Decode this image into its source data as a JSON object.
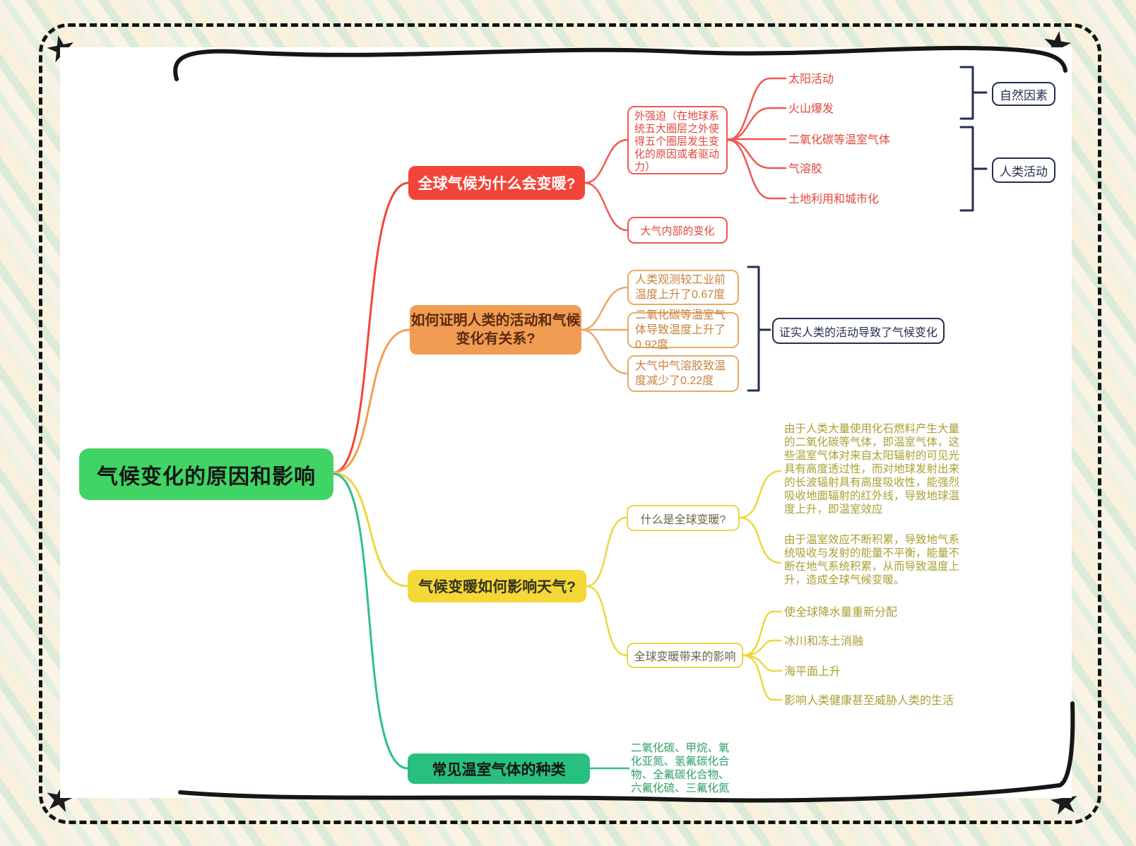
{
  "root_label": "气候变化的原因和影响",
  "branch1": {
    "topic": "全球气候为什么会变暖?",
    "external_forcing": "外强迫（在地球系统五大圈层之外使得五个圈层发生变化的原因或者驱动力）",
    "internal_change": "大气内部的变化",
    "leaves": [
      "太阳活动",
      "火山爆发",
      "二氧化碳等温室气体",
      "气溶胶",
      "土地利用和城市化"
    ],
    "group_natural": "自然因素",
    "group_human": "人类活动"
  },
  "branch2": {
    "topic": "如何证明人类的活动和气候变化有关系?",
    "evidence": [
      "人类观测较工业前温度上升了0.67度",
      "二氧化碳等温室气体导致温度上升了0.92度",
      "大气中气溶胶致温度减少了0.22度"
    ],
    "conclusion": "证实人类的活动导致了气候变化"
  },
  "branch3": {
    "topic": "气候变暖如何影响天气?",
    "what_is": "什么是全球变暖?",
    "explanation1": "由于人类大量使用化石燃料产生大量的二氧化碳等气体，即温室气体，这些温室气体对来自太阳辐射的可见光具有高度透过性，而对地球发射出来的长波辐射具有高度吸收性，能强烈吸收地面辐射的红外线，导致地球温度上升，即温室效应",
    "explanation2": "由于温室效应不断积累，导致地气系统吸收与发射的能量不平衡，能量不断在地气系统积累，从而导致温度上升，造成全球气候变暖。",
    "impacts_topic": "全球变暖带来的影响",
    "impacts": [
      "使全球降水量重新分配",
      "冰川和冻土消融",
      "海平面上升",
      "影响人类健康甚至威胁人类的生活"
    ]
  },
  "branch4": {
    "topic": "常见温室气体的种类",
    "gases": "二氧化碳、甲烷、氧化亚氮、氢氟碳化合物、全氟碳化合物、六氟化硫、三氟化氮"
  },
  "colors": {
    "root_green": "#3fd463",
    "branch_red": "#f24539",
    "branch_orange": "#f09c52",
    "branch_yellow": "#f4d838",
    "branch_green": "#28c07e",
    "navy_outline": "#262e4e",
    "leaf_red": "#e2473c",
    "leaf_olive": "#a9a033",
    "leaf_green": "#2d9e66"
  },
  "decor": {
    "star": "★"
  }
}
